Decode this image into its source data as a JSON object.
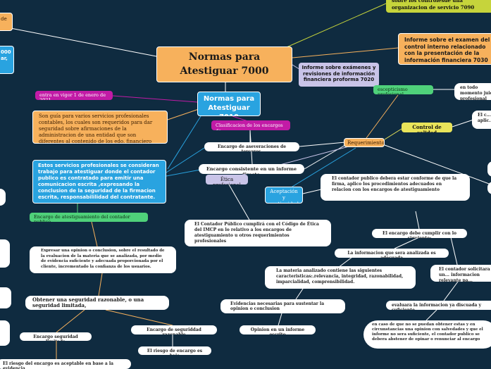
{
  "root": {
    "title": "Normas para Atestiguar 7000"
  },
  "nodes": {
    "top_olive": "sobre los controlesde una organizacion de servicio  7090",
    "informe_examen": "Informe sobre el examen del control interno relacionado con la presentación de la información financiera 7030",
    "informe_revisiones": "Informe sobre exámenes y revisiones de información financiera proforma        7020",
    "n7010": "Normas para Atestiguar 7010",
    "vigor": "entra en vigor 1 de enero de 2021",
    "guia": "Son guía para varios servicios profesionales contables, los cuales son requeridos para dar seguridad sobre afirmaciones de la administracion de una entidad que son diferentes al contenido de los edo. financiero",
    "servicios": "Estos servicios profesionales se consideran trabajo para atestiguar donde el contador publico es contratado para emitir una comunicacion escrita ,expresando la conclusion de la seguridad de la firmacion escrita, responsabililidad del contratante.",
    "clasificacion": "Clasificacion de los encargos de",
    "aseveraciones": "Encargo de aseveraciones de terceros.",
    "consistente": "Encargo consistente en un informe directo.",
    "requerimientos": "Requerimientos",
    "escepticismo": "escepticismo profesional,",
    "todo_momento": "en todo momento juicio profesional",
    "control_calidad": "Control de calidad",
    "el_c_aplic": "El c... aplic...",
    "etica": "Ética profesional",
    "codigo_etica": "El Contador Público cumplirá con el Código de Ética del IMCP en lo relativo a los encargos de atestiguamiento u otros requerimientos profesionales",
    "aceptacion": "Aceptación y continuidad",
    "debera_estar": "El contador publico debera estar conforme de que la firma, aplico los procedimientos adecuados en relacion con los encargos de atestiguamiento",
    "debe_cumplir": "El encargo debe cumplir con lo siguiente:",
    "info_analizada": "La informacion que sera analizada es adecuada",
    "materia": "La materia analizado contiene las siguientes caracteristicas:.relevancia, integridad, razonabilidad, imparcialidad, comprensibilidad.",
    "solicitara": "El contador solicitara un... informacion relevante pa...",
    "evidencias": "Evidencias necesarias para sustentar la opinion o conclusion",
    "opinion_escrito": "Opinion en un informe escrito",
    "evaluara": "evaluara la informacion ya discuada y suficiente...",
    "en_caso": "en caso de que no se puedan obtener estas y en circunstancias una opinion con salvedades y que el informe no sera suficiente, el contador publico se debera abstener de opinar o renunciar al encargo",
    "encargo_atest": "Encargo de atestiguamiento del contador publico",
    "expresar": "Expresar una opinion o conclusion, sobre el resultado de la evaluacion de la materia que se analizada, por medio de evidencia suficiente y adecuada proporcionada por el cliente, incrementado la confianza de los usuarios.",
    "obtener": "Obtener una seguridad razonable, o una seguridad limitada,",
    "seg_limitada": "Encargo seguridad limitada",
    "seg_razonable": "Encargo de seguriddad razonable",
    "riesgo_bajo": "El riesgo de encargo es bajo",
    "riesgo_acept": "El riesgo del encargo es aceptable en base a la evidencia",
    "left_orange": "de",
    "left_blue": "000 ar,"
  }
}
